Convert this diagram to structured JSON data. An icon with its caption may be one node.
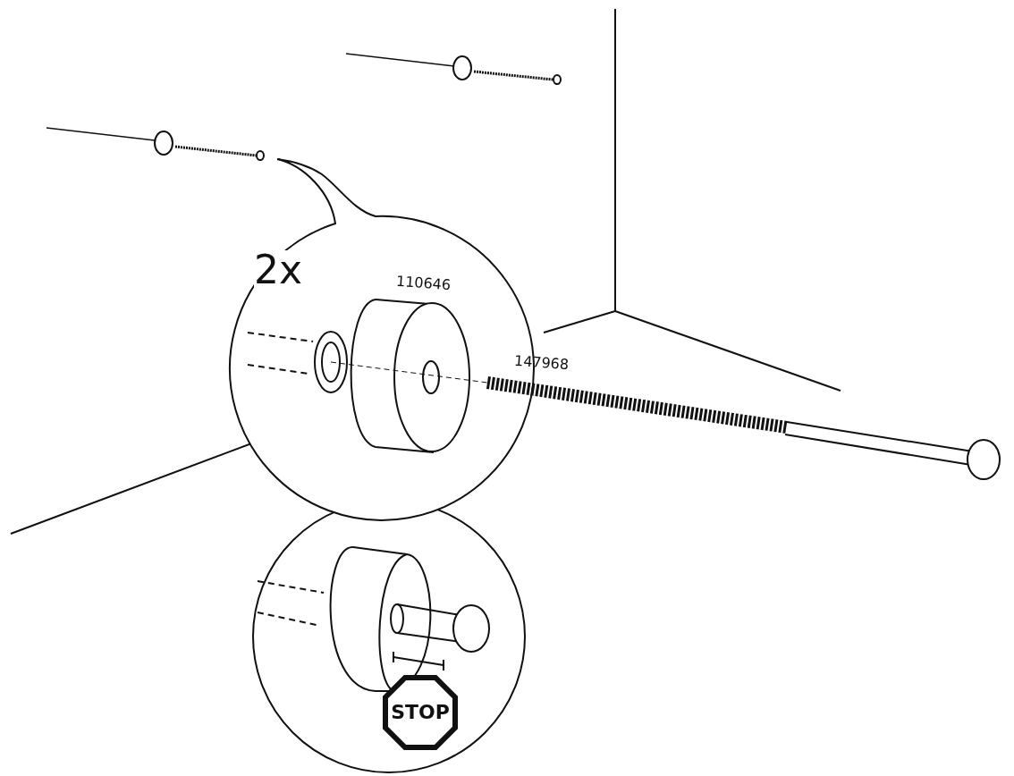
{
  "diagram": {
    "nodes": [
      {
        "text": [
          "STOP"
        ]
      }
    ],
    "labels": [
      "2x",
      "110646",
      "147968"
    ]
  }
}
